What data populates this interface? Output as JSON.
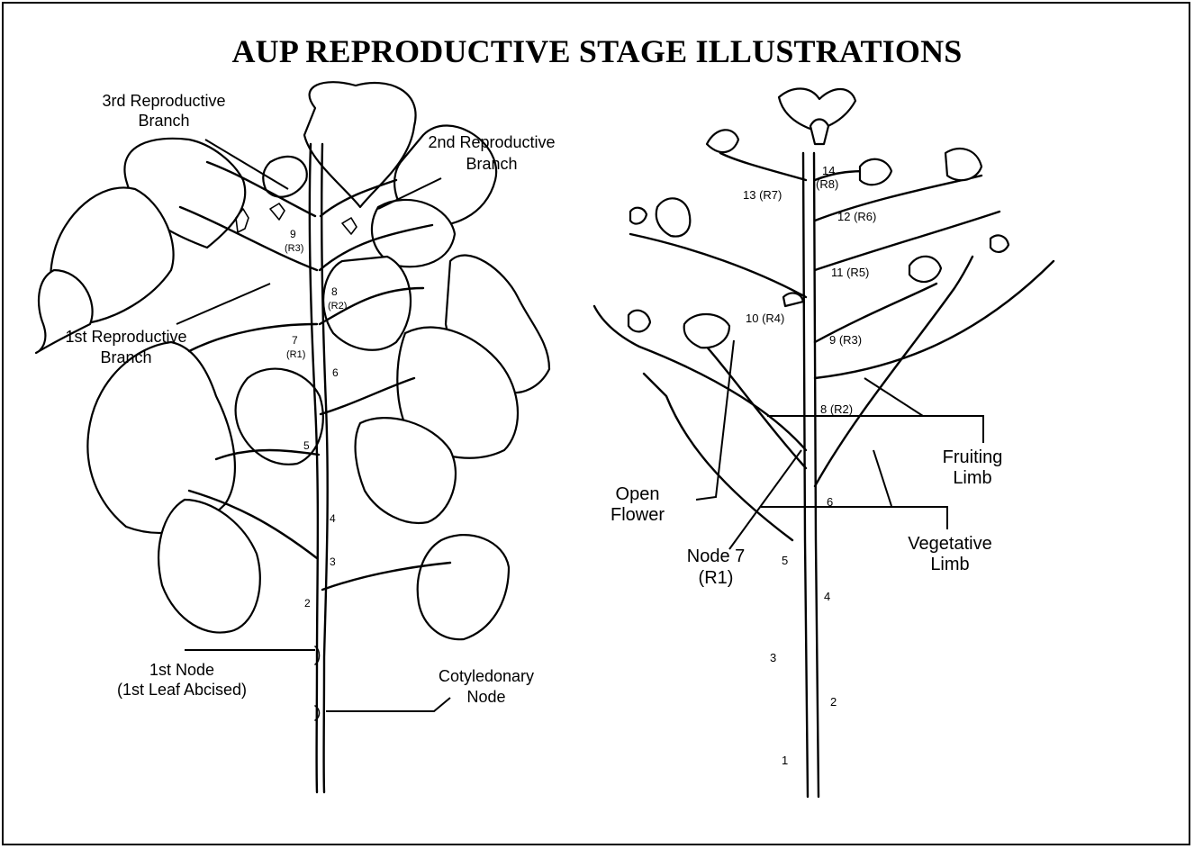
{
  "title": "AUP REPRODUCTIVE STAGE ILLUSTRATIONS",
  "left_plant": {
    "labels": {
      "third_branch_line1": "3rd Reproductive",
      "third_branch_line2": "Branch",
      "second_branch_line1": "2nd Reproductive",
      "second_branch_line2": "Branch",
      "first_branch_line1": "1st Reproductive",
      "first_branch_line2": "Branch",
      "first_node_line1": "1st Node",
      "first_node_line2": "(1st Leaf Abcised)",
      "cotyledonary_line1": "Cotyledonary",
      "cotyledonary_line2": "Node"
    },
    "node_numbers": {
      "n2": "2",
      "n3": "3",
      "n4": "4",
      "n5": "5",
      "n6": "6",
      "n7": "7",
      "r1": "(R1)",
      "n8": "8",
      "r2": "(R2)",
      "n9": "9",
      "r3": "(R3)"
    }
  },
  "right_plant": {
    "labels": {
      "fruiting_line1": "Fruiting",
      "fruiting_line2": "Limb",
      "vegetative_line1": "Vegetative",
      "vegetative_line2": "Limb",
      "open_flower_line1": "Open",
      "open_flower_line2": "Flower",
      "node7_line1": "Node 7",
      "node7_line2": "(R1)"
    },
    "node_numbers": {
      "n1": "1",
      "n2": "2",
      "n3": "3",
      "n4": "4",
      "n5": "5",
      "n6": "6",
      "n8": "8 (R2)",
      "n9": "9 (R3)",
      "n10": "10 (R4)",
      "n11": "11 (R5)",
      "n12": "12 (R6)",
      "n13": "13 (R7)",
      "n14": "14",
      "n14r": "(R8)"
    }
  }
}
